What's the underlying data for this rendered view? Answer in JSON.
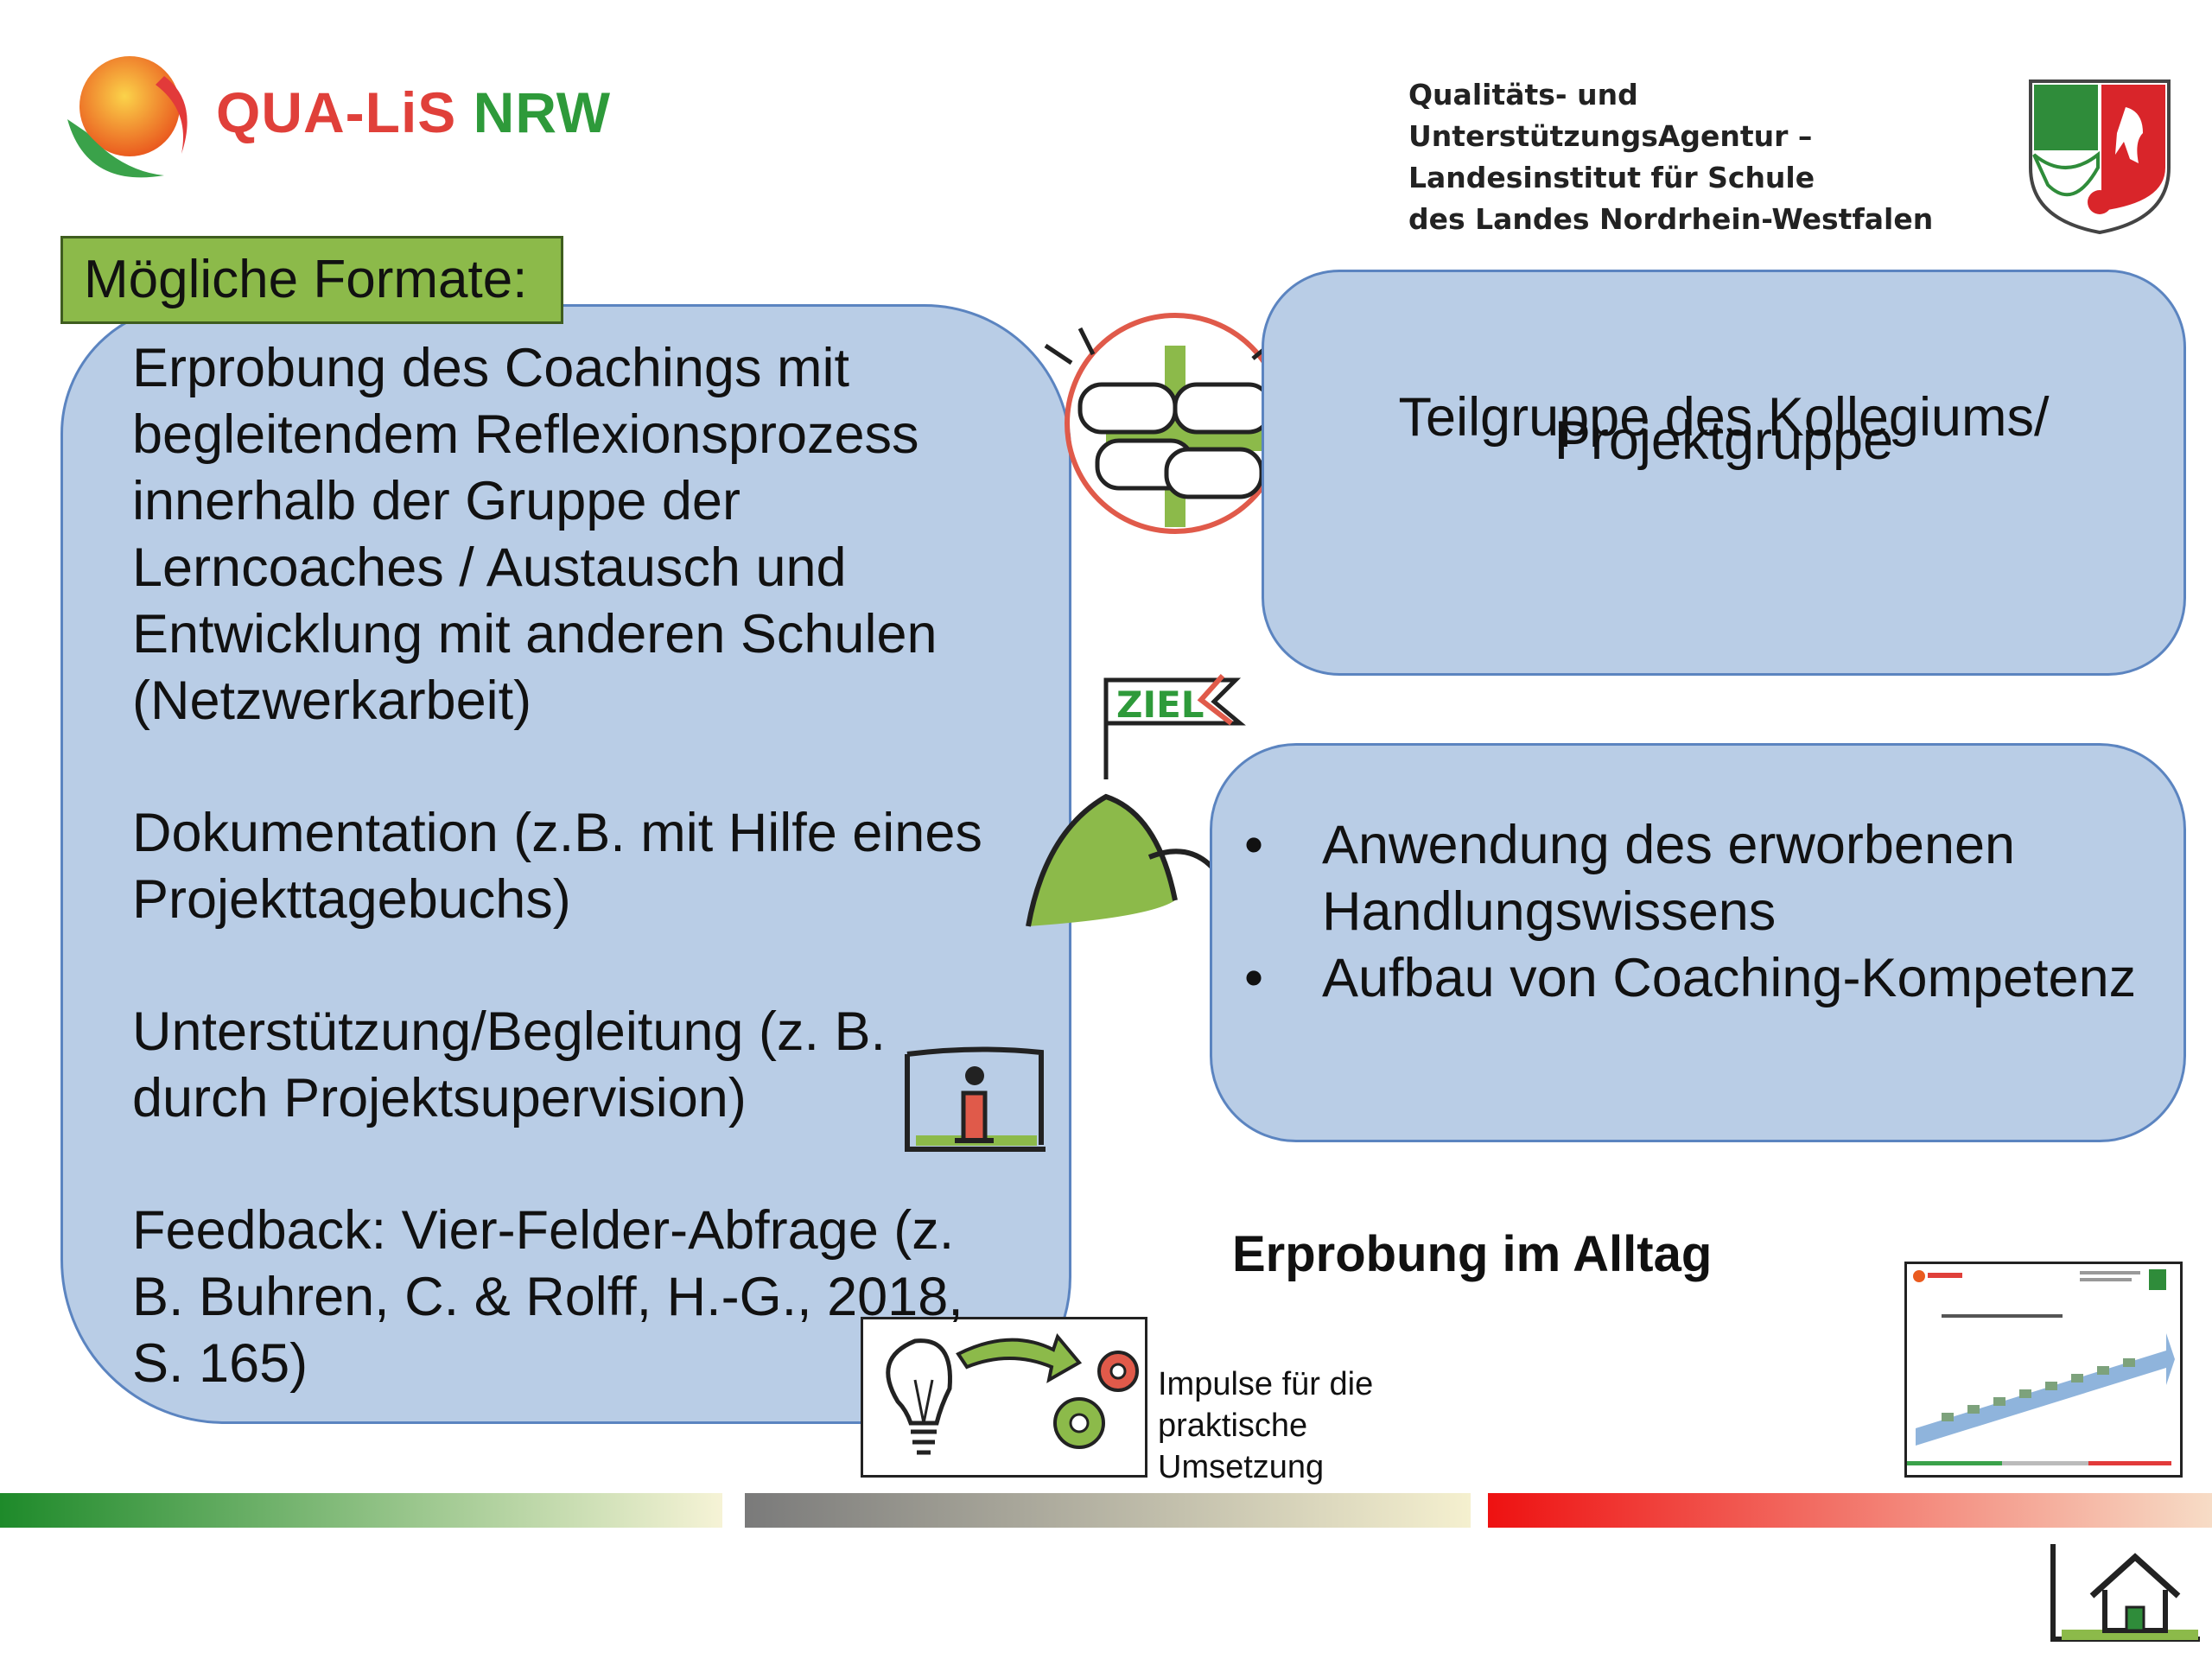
{
  "header": {
    "brand": {
      "part_a": "QUA-LiS",
      "part_b": "NRW"
    },
    "agency_lines": [
      "Qualitäts- und UnterstützungsAgentur –",
      "Landesinstitut für Schule",
      "des Landes Nordrhein-Westfalen"
    ]
  },
  "tag_label": "Mögliche Formate:",
  "left_panel": {
    "paragraphs": [
      "Erprobung des Coachings mit begleitendem Reflexionsprozess innerhalb der Gruppe der Lerncoaches / Austausch und Entwicklung mit anderen Schulen (Netzwerkarbeit)",
      "Dokumentation (z.B. mit Hilfe eines Projekttagebuchs)",
      "Unterstützung/Begleitung (z. B. durch Projektsupervision)",
      "Feedback: Vier-Felder-Abfrage (z. B. Buhren, C. & Rolff, H.-G., 2018, S. 165)"
    ]
  },
  "top_right_panel": {
    "line1": "Teilgruppe des Kollegiums/",
    "line2": "Projektgruppe"
  },
  "mid_right_panel": {
    "bullets": [
      "Anwendung des erworbenen Handlungswissens",
      "Aufbau von Coaching-Kompetenz"
    ]
  },
  "goal_sign_text": "ZIEL",
  "section_title": "Erprobung im Alltag",
  "impulse": {
    "line1": "Impulse für die",
    "line2": "praktische",
    "line3": "Umsetzung"
  },
  "colors": {
    "panel_fill": "#b9cde6",
    "panel_border": "#5b84c0",
    "tag_fill": "#8cba4a",
    "brand_red": "#e0403a",
    "brand_green": "#2e9a3a"
  },
  "icons": [
    "qualis-logo-icon",
    "nrw-coat-of-arms-icon",
    "team-hands-icon",
    "goal-mountain-icon",
    "info-icon",
    "idea-to-action-icon",
    "roadmap-thumbnail",
    "home-icon"
  ]
}
